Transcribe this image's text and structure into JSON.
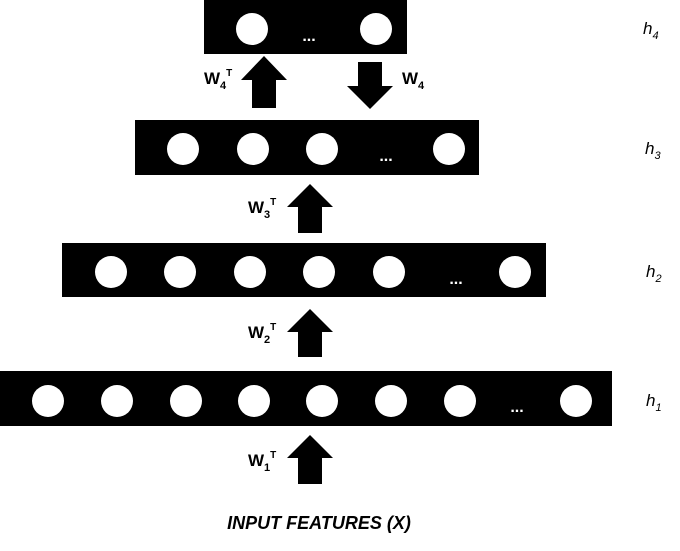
{
  "layers": [
    {
      "label": "h",
      "sub": "4",
      "units": 2,
      "ellipsis": "..."
    },
    {
      "label": "h",
      "sub": "3",
      "units": 4,
      "ellipsis": "..."
    },
    {
      "label": "h",
      "sub": "2",
      "units": 6,
      "ellipsis": "..."
    },
    {
      "label": "h",
      "sub": "1",
      "units": 8,
      "ellipsis": "..."
    }
  ],
  "weights": {
    "w4t": {
      "base": "W",
      "sub": "4",
      "sup": "T"
    },
    "w4": {
      "base": "W",
      "sub": "4",
      "sup": ""
    },
    "w3t": {
      "base": "W",
      "sub": "3",
      "sup": "T"
    },
    "w2t": {
      "base": "W",
      "sub": "2",
      "sup": "T"
    },
    "w1t": {
      "base": "W",
      "sub": "1",
      "sup": "T"
    }
  },
  "input_label": "INPUT FEATURES (X)",
  "colors": {
    "layer_fill": "#000000",
    "unit_fill": "#ffffff",
    "arrow": "#000000"
  }
}
